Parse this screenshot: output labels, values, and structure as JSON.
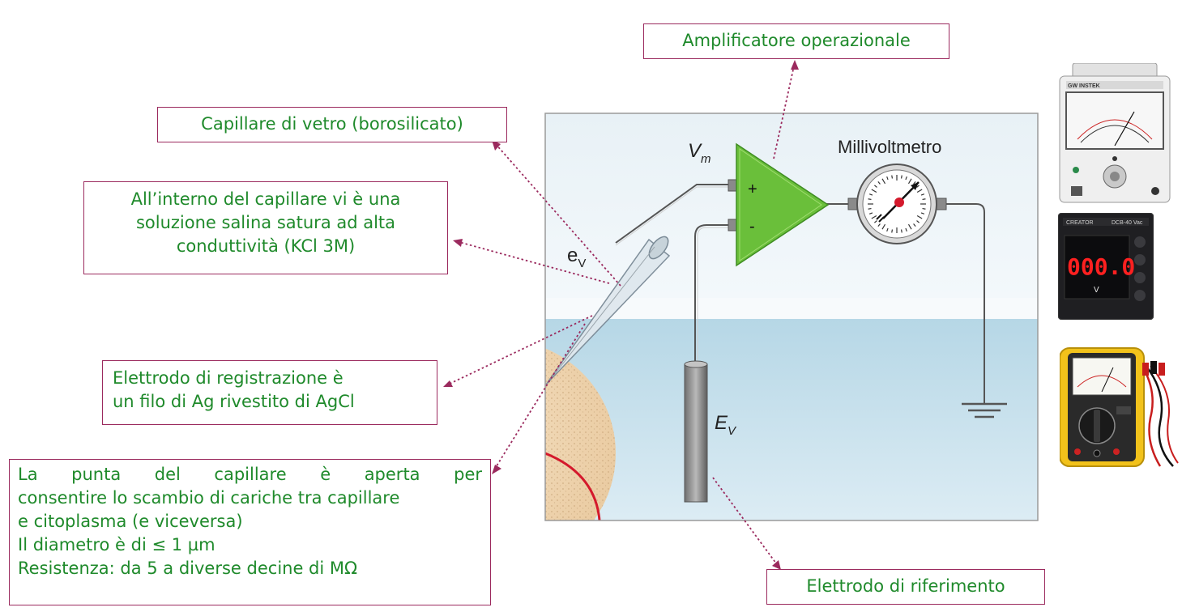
{
  "callouts": {
    "amplifier": "Amplificatore operazionale",
    "capillary": "Capillare di vetro (borosilicato)",
    "solution": [
      "All’interno del capillare vi è una",
      "soluzione salina satura ad alta",
      "conduttività (KCl 3M)"
    ],
    "recording_electrode": [
      "Elettrodo di registrazione è",
      "un filo di Ag rivestito di AgCl"
    ],
    "tip": [
      "La punta del capillare è aperta per",
      "consentire lo scambio di cariche tra capillare",
      "e citoplasma (e viceversa)",
      "Il diametro è di ≤ 1 µm",
      "Resistenza: da 5 a diverse decine di MΩ"
    ],
    "reference_electrode": "Elettrodo di riferimento"
  },
  "diagram": {
    "millivoltmeter_label": "Millivoltmetro",
    "vm_label": "V",
    "vm_sub": "m",
    "ev_label": "e",
    "ev_sub": "V",
    "Ev_label": "E",
    "Ev_sub": "V",
    "plus_sign": "+",
    "minus_sign": "-"
  },
  "devices": {
    "digital_display": "000.0",
    "digital_brand": "CREATOR",
    "digital_model": "DCB-40 Vac",
    "digital_unit": "V",
    "analog_brand": "GW INSTEK"
  },
  "colors": {
    "callout_border": "#9b2a5e",
    "callout_text": "#1f8a2b",
    "amplifier_fill": "#6abf3a",
    "water": "#bcdbe8",
    "dotted_leader": "#9b2a5e"
  }
}
